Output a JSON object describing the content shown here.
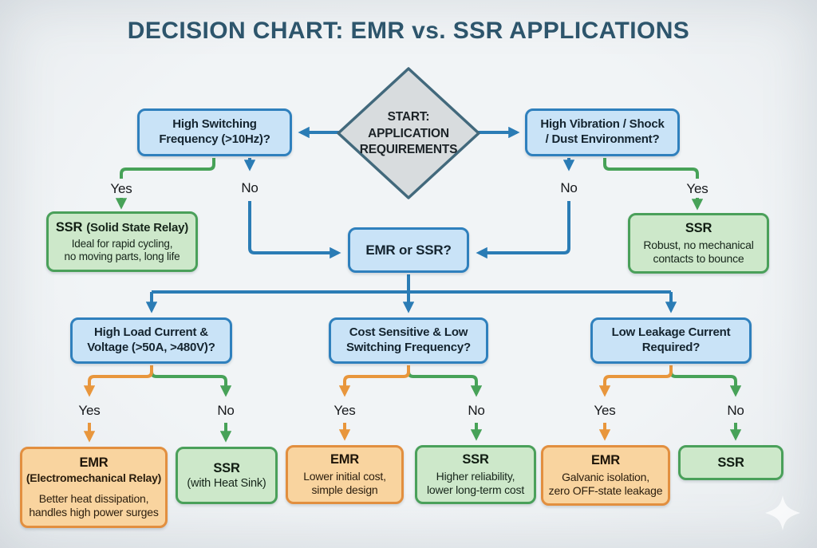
{
  "title": "DECISION CHART: EMR vs. SSR APPLICATIONS",
  "colors": {
    "background": "#edf0f3",
    "title_text": "#2d556c",
    "blue_fill": "#c9e3f7",
    "blue_border": "#2f80bd",
    "green_fill": "#cde8ca",
    "green_border": "#4aa05a",
    "orange_fill": "#f9d49f",
    "orange_border": "#e28f3f",
    "diamond_fill": "#d8dcde",
    "diamond_border": "#42697c",
    "arrow_blue": "#2b7cb5",
    "arrow_green": "#47a258",
    "arrow_orange": "#e8963c"
  },
  "start_node": {
    "label": "START:\nAPPLICATION\nREQUIREMENTS"
  },
  "center_node": {
    "label": "EMR or SSR?"
  },
  "top": {
    "left": {
      "question": "High Switching\nFrequency (>10Hz)?",
      "yes": "Yes",
      "no": "No",
      "yes_result": {
        "title": "SSR",
        "subtitle": "(Solid State Relay)",
        "desc": "Ideal for rapid cycling,\nno moving parts, long life"
      }
    },
    "right": {
      "question": "High Vibration / Shock\n/ Dust Environment?",
      "yes": "Yes",
      "no": "No",
      "yes_result": {
        "title": "SSR",
        "desc": "Robust, no mechanical\ncontacts to bounce"
      }
    }
  },
  "decisions": [
    {
      "question": "High Load Current &\nVoltage (>50A, >480V)?",
      "yes": "Yes",
      "no": "No",
      "yes_result": {
        "title": "EMR",
        "subtitle": "(Electromechanical Relay)",
        "desc": "Better heat dissipation,\nhandles high power surges"
      },
      "no_result": {
        "title": "SSR",
        "subtitle": "(with Heat Sink)"
      }
    },
    {
      "question": "Cost Sensitive & Low\nSwitching Frequency?",
      "yes": "Yes",
      "no": "No",
      "yes_result": {
        "title": "EMR",
        "desc": "Lower initial cost,\nsimple design"
      },
      "no_result": {
        "title": "SSR",
        "desc": "Higher reliability,\nlower long-term cost"
      }
    },
    {
      "question": "Low Leakage Current\nRequired?",
      "yes": "Yes",
      "no": "No",
      "yes_result": {
        "title": "EMR",
        "desc": "Galvanic isolation,\nzero OFF-state leakage"
      },
      "no_result": {
        "title": "SSR"
      }
    }
  ]
}
